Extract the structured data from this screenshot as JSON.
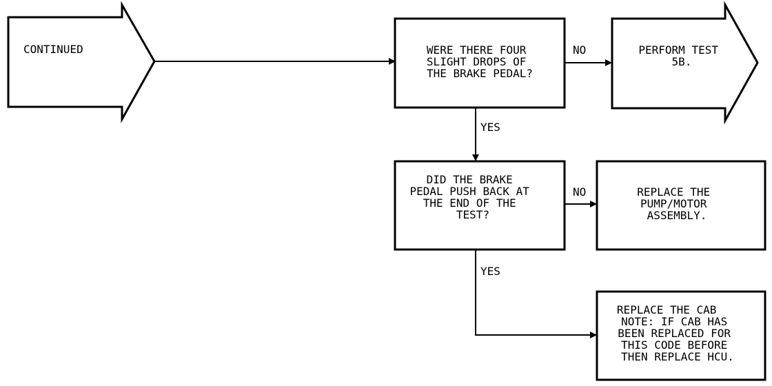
{
  "diagram": {
    "start": {
      "lines": [
        "CONTINUED"
      ]
    },
    "q1": {
      "lines": [
        "WERE THERE FOUR",
        "SLIGHT DROPS OF",
        "THE BRAKE PEDAL?"
      ]
    },
    "q1_no_label": "NO",
    "q1_yes_label": "YES",
    "test5b": {
      "lines": [
        "PERFORM TEST",
        "5B."
      ]
    },
    "q2": {
      "lines": [
        "DID THE BRAKE",
        "PEDAL PUSH BACK AT",
        "THE END OF THE",
        "TEST?"
      ]
    },
    "q2_no_label": "NO",
    "q2_yes_label": "YES",
    "pump": {
      "lines": [
        "REPLACE THE",
        "PUMP/MOTOR",
        "ASSEMBLY."
      ]
    },
    "cab": {
      "lines": [
        "REPLACE THE CAB",
        "NOTE: IF CAB HAS",
        "BEEN REPLACED FOR",
        "THIS CODE BEFORE",
        "THEN REPLACE HCU."
      ]
    }
  }
}
